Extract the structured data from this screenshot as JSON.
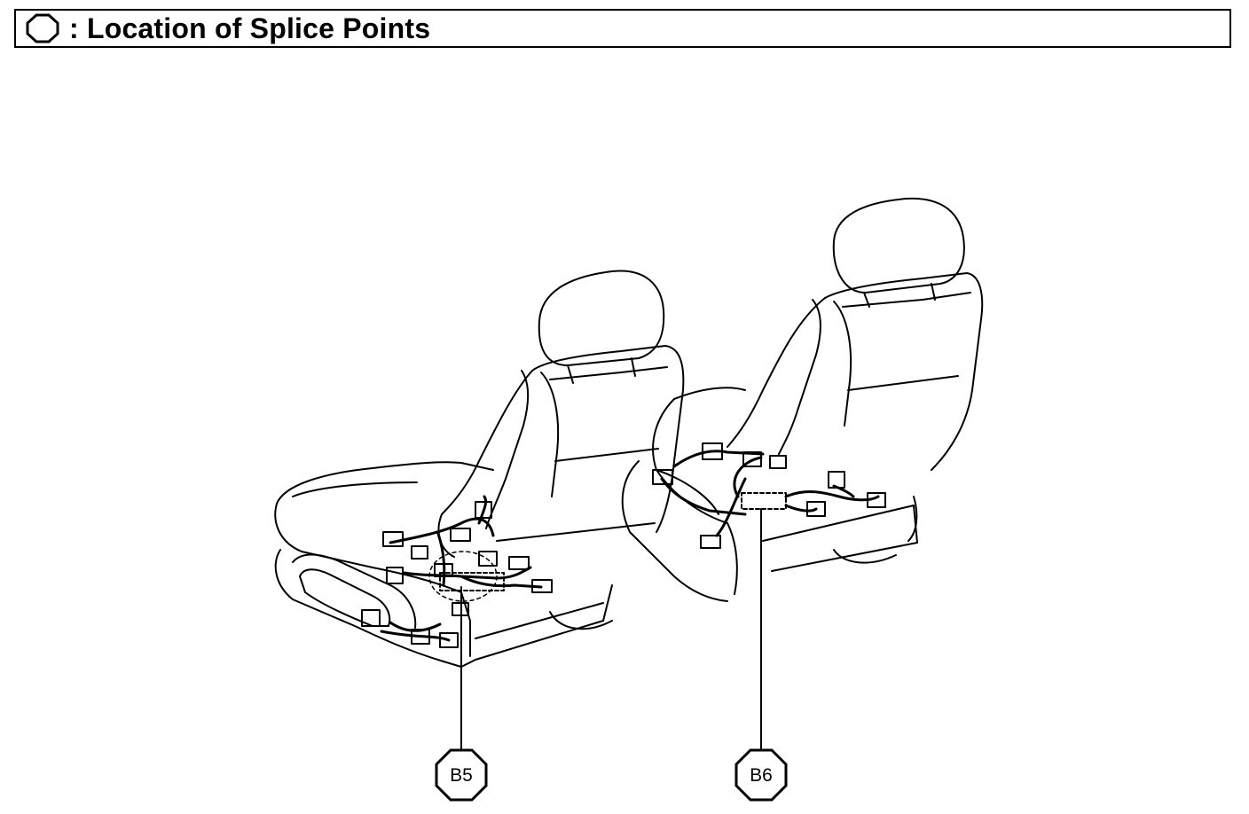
{
  "header": {
    "title": ": Location of Splice Points",
    "legend_icon": "octagon-splice-symbol"
  },
  "callouts": [
    {
      "id": "b5",
      "label": "B5",
      "icon": "octagon-callout"
    },
    {
      "id": "b6",
      "label": "B6",
      "icon": "octagon-callout"
    }
  ],
  "figure": {
    "subject": "seat wiring harness illustration",
    "line_color": "#000000",
    "background": "#ffffff"
  }
}
